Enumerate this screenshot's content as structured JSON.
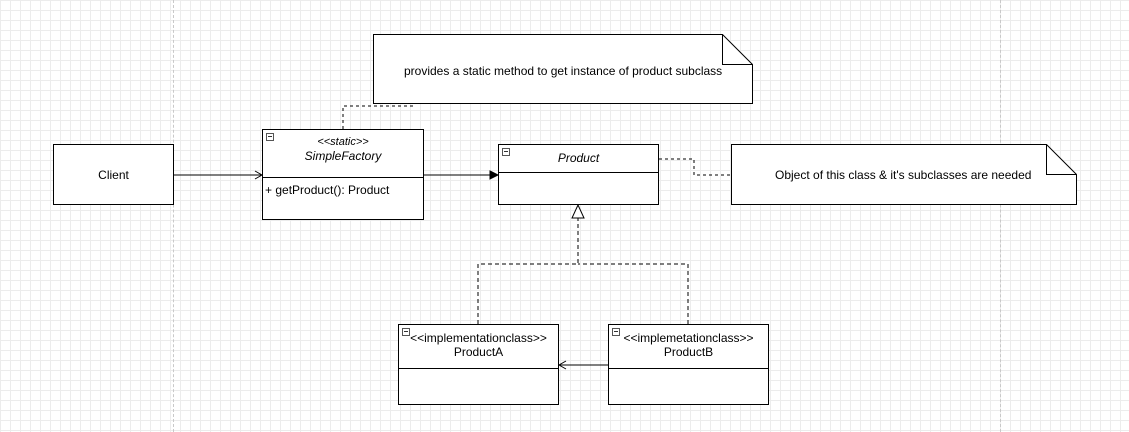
{
  "diagram": {
    "client": {
      "label": "Client"
    },
    "simple_factory": {
      "stereotype": "<<static>>",
      "name": "SimpleFactory",
      "method": "+ getProduct(): Product"
    },
    "product": {
      "name": "Product"
    },
    "product_a": {
      "stereotype": "<<implementationclass>>",
      "name": "ProductA"
    },
    "product_b": {
      "stereotype": "<<implemetationclass>>",
      "name": "ProductB"
    },
    "note_factory": {
      "text": "provides a static method to get instance of product subclass"
    },
    "note_product": {
      "text": "Object of this class & it's subclasses are needed"
    }
  },
  "colors": {
    "line": "#000000",
    "grid": "#ececec",
    "page_break": "#c9c9c9"
  }
}
